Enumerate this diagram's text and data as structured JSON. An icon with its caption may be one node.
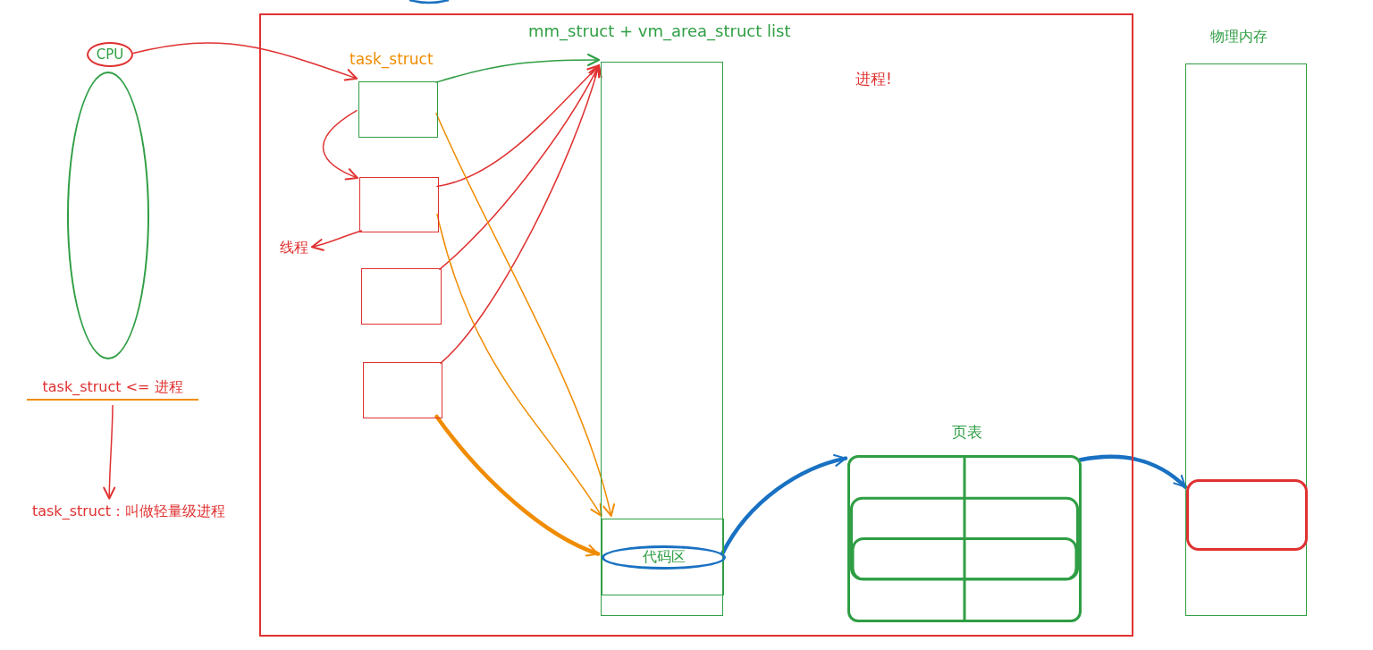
{
  "diagram": {
    "nodes": [
      {
        "text": [
          "进程!"
        ]
      },
      {
        "text": [
          "CPU"
        ]
      },
      {
        "text": [],
        "shape": "ellipse"
      },
      {
        "text": [
          "task_struct"
        ],
        "in": 0
      },
      {
        "text": [],
        "shape": "box",
        "in": 0
      },
      {
        "text": [],
        "shape": "box",
        "in": 0
      },
      {
        "text": [],
        "shape": "box",
        "in": 0
      },
      {
        "text": [
          "mm_struct + vm_area_struct list"
        ],
        "in": 0
      },
      {
        "text": [],
        "shape": "box",
        "in": 7
      },
      {
        "text": [
          "代码区"
        ],
        "in": 8
      },
      {
        "text": [
          "线程"
        ],
        "in": 0
      },
      {
        "text": [
          "页表"
        ],
        "in": 0
      },
      {
        "text": [
          "物理内存"
        ]
      },
      {
        "text": [],
        "shape": "box",
        "in": 12
      },
      {
        "text": [
          "task_struct <= 进程"
        ]
      },
      {
        "text": [
          "task_struct：叫做轻量级进程"
        ]
      }
    ],
    "edges": [
      {
        "from": 1,
        "to": 3,
        "arrow": "to"
      },
      {
        "from": 3,
        "to": 4,
        "arrow": "to"
      },
      {
        "from": 4,
        "to": 10,
        "arrow": "to"
      },
      {
        "from": 3,
        "to": 7,
        "arrow": "to",
        "color": "#2f9e44"
      },
      {
        "from": 4,
        "to": 7,
        "arrow": "to"
      },
      {
        "from": 5,
        "to": 7,
        "arrow": "to"
      },
      {
        "from": 6,
        "to": 7,
        "arrow": "to"
      },
      {
        "from": 3,
        "to": 8,
        "arrow": "to",
        "color": "#f08c00"
      },
      {
        "from": 4,
        "to": 8,
        "arrow": "to",
        "color": "#f08c00"
      },
      {
        "from": 6,
        "to": 9,
        "arrow": "to",
        "color": "#f08c00",
        "style": "thick"
      },
      {
        "from": 9,
        "to": 11,
        "arrow": "to",
        "color": "#1971c2",
        "style": "thick"
      },
      {
        "from": 11,
        "to": 13,
        "arrow": "to",
        "color": "#1971c2",
        "style": "thick"
      },
      {
        "from": 14,
        "to": 15,
        "arrow": "to"
      }
    ]
  }
}
